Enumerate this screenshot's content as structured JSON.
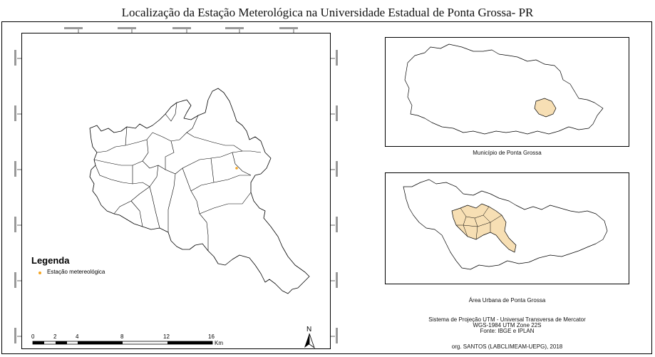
{
  "header": {
    "cut_text": "",
    "title": "Localização da Estação Meterológica na Universidade Estadual de Ponta Grossa- PR"
  },
  "legend": {
    "title": "Legenda",
    "item": "Estação metereológica",
    "item_color": "#f5a623"
  },
  "insets": {
    "state_caption": "Município de Ponta Grossa",
    "urban_caption": "Área Urbana de Ponta Grossa",
    "fill_color": "#f7dfb4"
  },
  "scale_bar": {
    "ticks": [
      "0",
      "2",
      "4",
      "8",
      "12",
      "16"
    ],
    "unit": "Km"
  },
  "north_arrow": {
    "label": "N"
  },
  "credits": {
    "line1": "Sistema de Projeção UTM - Universal Transversa de Mercator",
    "line2": "WGS-1984 UTM Zone 22S",
    "line3": "Fonte: IBGE e IPLAN",
    "org": "org. SANTOS (LABCLIMEAM-UEPG), 2018"
  }
}
